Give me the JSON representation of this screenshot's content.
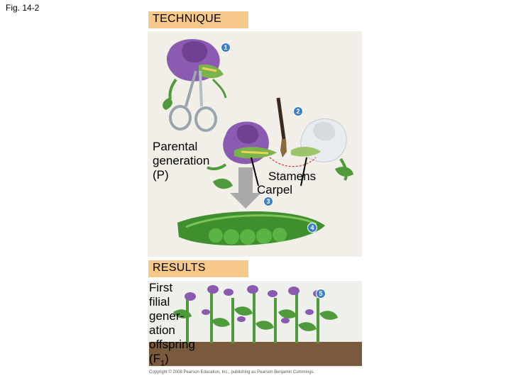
{
  "figure_label": "Fig. 14-2",
  "technique_header": "TECHNIQUE",
  "results_header": "RESULTS",
  "steps": [
    "1",
    "2",
    "3",
    "4",
    "5"
  ],
  "parental_label": [
    "Parental",
    "generation",
    "(P)"
  ],
  "stamens_label": "Stamens",
  "carpel_label": "Carpel",
  "offspring_label": [
    "First",
    "filial",
    "gener-",
    "ation",
    "offspring"
  ],
  "f1_prefix": "(F",
  "f1_subscript": "1",
  "f1_suffix": ")",
  "copyright": "Copyright © 2008 Pearson Education, Inc., publishing as Pearson Benjamin Cummings.",
  "colors": {
    "header_fill": "#f6c98a",
    "step_circle": "#3b7fc4",
    "purple_flower": "#8a5bb0",
    "white_flower": "#e9ecef",
    "leaf_green": "#4f9a3b",
    "pea_green": "#5bb344"
  }
}
